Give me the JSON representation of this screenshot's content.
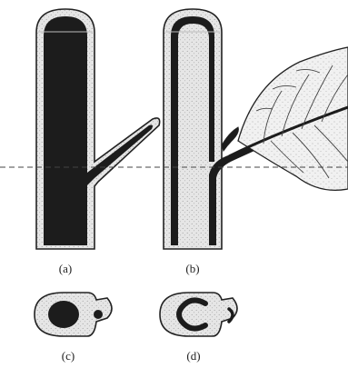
{
  "panels": [
    {
      "id": "a",
      "label": "(a)"
    },
    {
      "id": "b",
      "label": "(b)"
    },
    {
      "id": "c",
      "label": "(c)"
    },
    {
      "id": "d",
      "label": "(d)"
    }
  ],
  "colors": {
    "background": "#ffffff",
    "tissue_light": "#e4e4e4",
    "tissue_dark": "#1c1c1c",
    "outline": "#222222",
    "leaf_fill": "#eeeeee",
    "dashed_line": "#444444"
  }
}
